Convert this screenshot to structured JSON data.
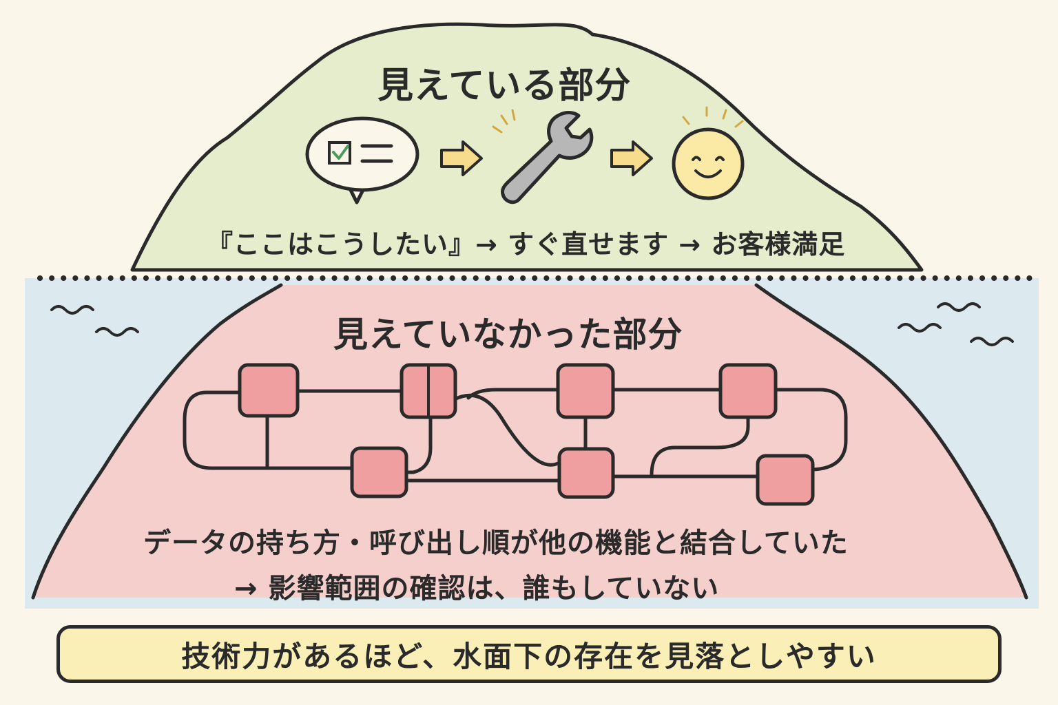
{
  "colors": {
    "background": "#fbf6ea",
    "mountain_top": "#e6edcc",
    "water": "#dce9ef",
    "mountain_bottom": "#f5cfcc",
    "node_fill": "#ef9f9f",
    "banner_fill": "#fbefb8",
    "arrow_fill": "#f8dc8e",
    "smiley_fill": "#fbe9a6"
  },
  "icons": [
    "checklist-speech-bubble-icon",
    "arrow-right-icon",
    "wrench-icon",
    "smiley-sun-icon"
  ],
  "visible": {
    "title": "見えている部分",
    "flow": "『ここはこうしたい』→ すぐ直せます → お客様満足"
  },
  "hidden": {
    "title": "見えていなかった部分",
    "line1": "データの持ち方・呼び出し順が他の機能と結合していた",
    "line2": "→ 影響範囲の確認は、誰もしていない"
  },
  "conclusion": "技術力があるほど、水面下の存在を見落としやすい"
}
